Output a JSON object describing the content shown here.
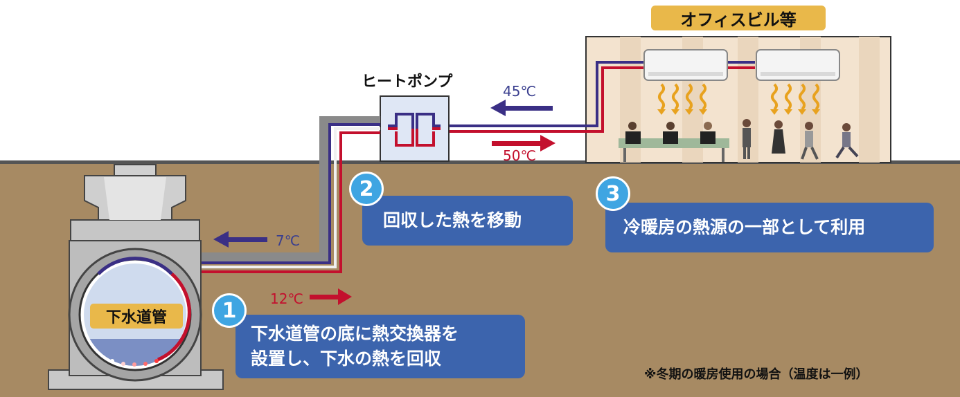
{
  "title": "オフィスビル等",
  "heat_pump_label": "ヒートポンプ",
  "sewer_pipe_label": "下水道管",
  "temperatures": {
    "outlet_return": "45℃",
    "outlet_supply": "50℃",
    "sewer_return": "7℃",
    "sewer_supply": "12℃"
  },
  "steps": [
    {
      "number": "1",
      "text_line1": "下水道管の底に熱交換器を",
      "text_line2": "設置し、下水の熱を回収"
    },
    {
      "number": "2",
      "text_line1": "回収した熱を移動"
    },
    {
      "number": "3",
      "text_line1": "冷暖房の熱源の一部として利用"
    }
  ],
  "note": "※冬期の暖房使用の場合（温度は一例）",
  "colors": {
    "ground": "#a78a63",
    "ground_line": "#555555",
    "pipe_blue": "#3a2f85",
    "pipe_red": "#c3102d",
    "badge": "#e9b84a",
    "step_box": "#3c64ad",
    "step_number": "#3fa5e2"
  },
  "icons": [
    "air-conditioner-icon",
    "warm-air-arrow-icon",
    "office-worker-icon",
    "manhole-icon",
    "heat-exchanger-icon"
  ]
}
